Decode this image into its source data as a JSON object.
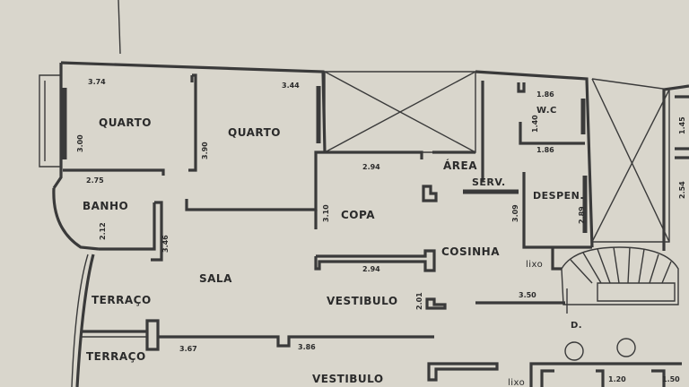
{
  "rooms": {
    "quarto_1": "QUARTO",
    "quarto_2": "QUARTO",
    "banho": "BANHO",
    "sala": "SALA",
    "terraco_1": "TERRAÇO",
    "terraco_2": "TERRAÇO",
    "copa": "COPA",
    "area": "ÁREA",
    "serv": "SERV.",
    "wc": "W.C",
    "despen": "DESPEN.",
    "cosinha": "COSINHA",
    "lixo_1": "lixo",
    "lixo_2": "lixo",
    "vestibulo_1": "VESTIBULO",
    "vestibulo_2": "VESTIBULO",
    "d": "D."
  },
  "dimensions": {
    "d_374": "3.74",
    "d_344": "3.44",
    "d_300": "3.00",
    "d_390": "3.90",
    "d_275": "2.75",
    "d_212": "2.12",
    "d_346": "3.46",
    "d_310": "3.10",
    "d_294_top": "2.94",
    "d_294_mid": "2.94",
    "d_186_top": "1.86",
    "d_140": "1.40",
    "d_186_mid": "1.86",
    "d_309": "3.09",
    "d_289": "2.89",
    "d_145": "1.45",
    "d_254": "2.54",
    "d_350": "3.50",
    "d_201": "2.01",
    "d_367": "3.67",
    "d_386": "3.86",
    "d_120": "1.20",
    "d_150": "1.50"
  },
  "colors": {
    "paper": "#d9d6cc",
    "ink": "#3a3a3a"
  }
}
